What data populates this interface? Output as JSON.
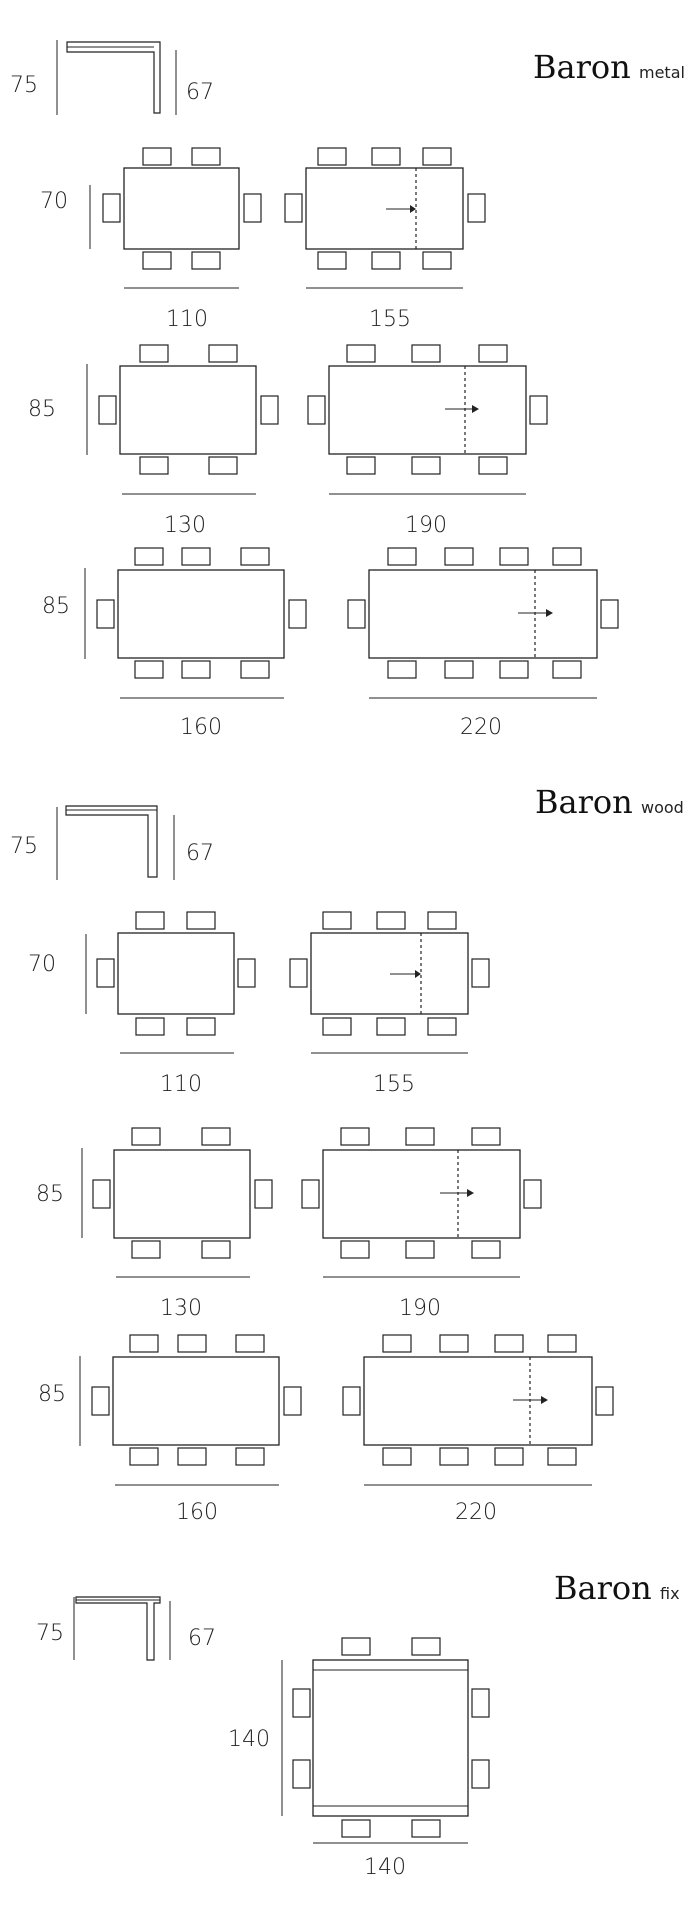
{
  "sections": [
    {
      "brand": "Baron",
      "variant": "metal",
      "height_total": "75",
      "height_leg": "67",
      "rows": [
        {
          "depth": "70",
          "fixed_length": "110",
          "extended_length": "155"
        },
        {
          "depth": "85",
          "fixed_length": "130",
          "extended_length": "190"
        },
        {
          "depth": "85",
          "fixed_length": "160",
          "extended_length": "220"
        }
      ]
    },
    {
      "brand": "Baron",
      "variant": "wood",
      "height_total": "75",
      "height_leg": "67",
      "rows": [
        {
          "depth": "70",
          "fixed_length": "110",
          "extended_length": "155"
        },
        {
          "depth": "85",
          "fixed_length": "130",
          "extended_length": "190"
        },
        {
          "depth": "85",
          "fixed_length": "160",
          "extended_length": "220"
        }
      ]
    },
    {
      "brand": "Baron",
      "variant": "fix",
      "height_total": "75",
      "height_leg": "67",
      "square": {
        "depth": "140",
        "length": "140"
      }
    }
  ]
}
